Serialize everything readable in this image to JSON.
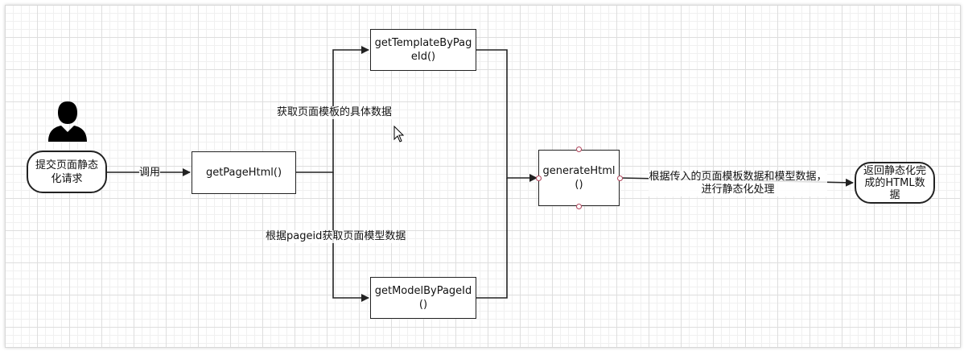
{
  "nodes": {
    "request": "提交页面静态化请求",
    "get_page_html": "getPageHtml()",
    "get_template": "getTemplateByPageId()",
    "get_model": "getModelByPageId()",
    "generate_html": "generateHtml()",
    "result": "返回静态化完成的HTML数据"
  },
  "edge_labels": {
    "invoke": "调用",
    "template_data": "获取页面模板的具体数据",
    "model_data": "根据pageid获取页面模型数据",
    "process_line1": "根据传入的页面模板数据和模型数据，",
    "process_line2": "进行静态化处理"
  },
  "icons": {
    "actor": "user-silhouette-icon",
    "cursor": "mouse-pointer-icon"
  },
  "colors": {
    "stroke": "#222222",
    "handle": "#b0435a",
    "grid": "#dedede"
  }
}
